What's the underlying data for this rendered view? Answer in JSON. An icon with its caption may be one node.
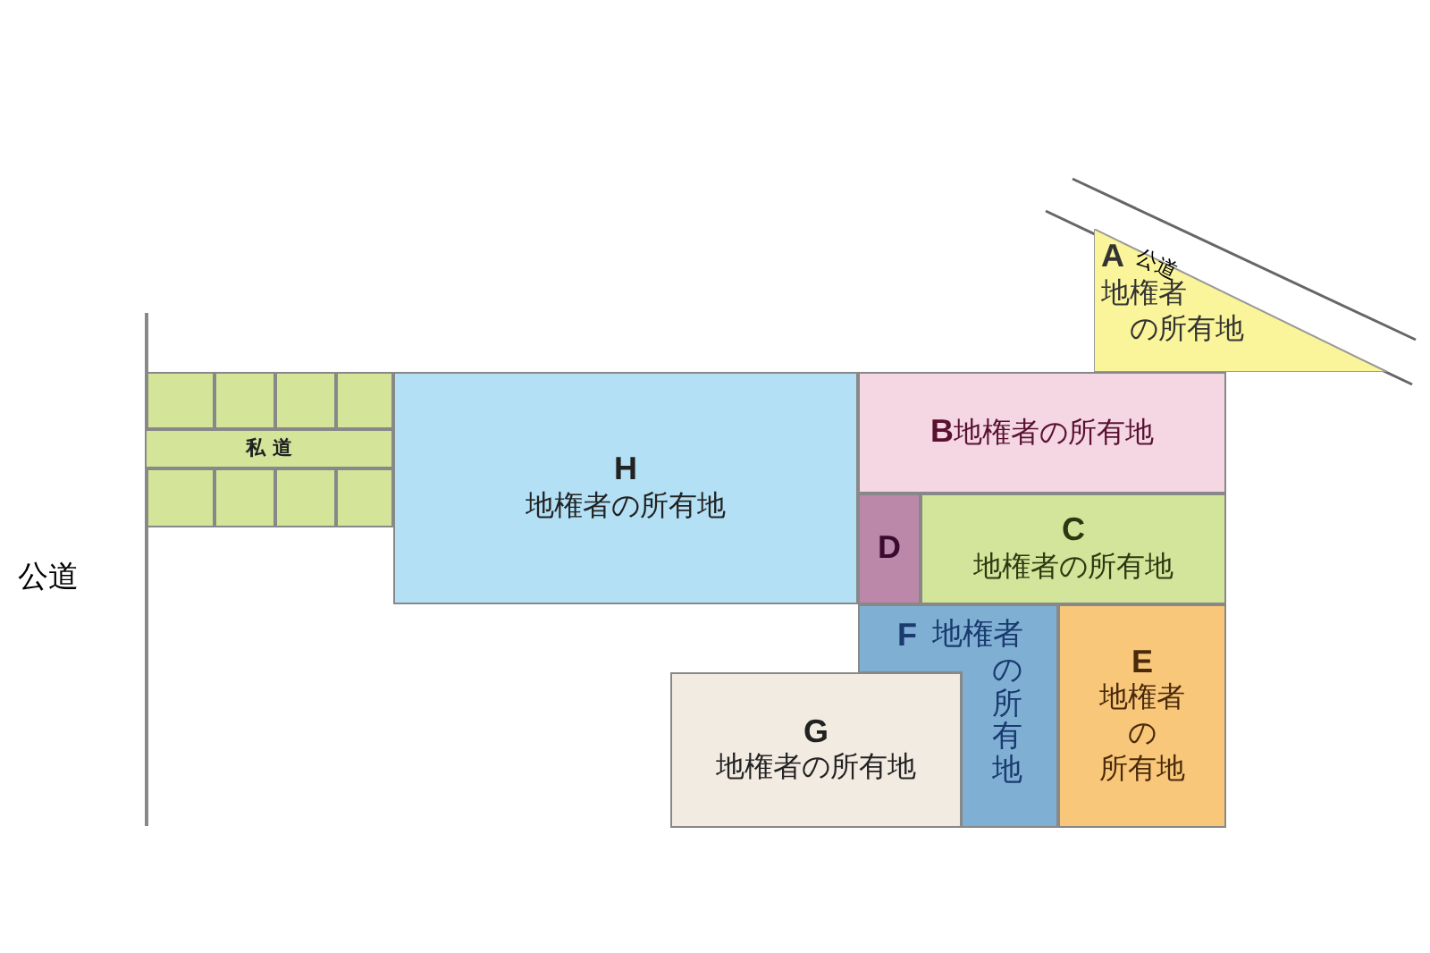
{
  "diagram": {
    "nodes": [
      {
        "text": [
          "A",
          "地権者の所有地"
        ]
      },
      {
        "text": [],
        "shape": "box"
      },
      {
        "text": [],
        "shape": "box"
      },
      {
        "text": [],
        "shape": "box"
      },
      {
        "text": [],
        "shape": "box"
      },
      {
        "text": [
          "私 道"
        ]
      },
      {
        "text": [],
        "shape": "box"
      },
      {
        "text": [],
        "shape": "box"
      },
      {
        "text": [],
        "shape": "box"
      },
      {
        "text": [],
        "shape": "box"
      },
      {
        "text": [
          "H",
          "地権者の所有地"
        ]
      },
      {
        "text": [
          "B",
          "地権者の所有地"
        ]
      },
      {
        "text": [
          "D"
        ]
      },
      {
        "text": [
          "C",
          "地権者の所有地"
        ]
      },
      {
        "text": [
          "F",
          "地権者の所有地"
        ]
      },
      {
        "text": [
          "E",
          "地権者の所有地"
        ]
      },
      {
        "text": [
          "G",
          "地権者の所有地"
        ]
      }
    ],
    "labels": [
      "公道",
      "公道"
    ]
  }
}
